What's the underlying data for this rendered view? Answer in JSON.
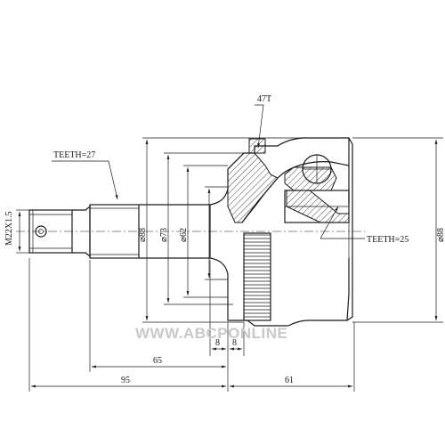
{
  "labels": {
    "teeth_outer_spline": "TEETH=27",
    "teeth_abs_ring": "47T",
    "teeth_inner_spline": "TEETH=25",
    "thread": "M22X1.5",
    "dia_88_shaft": "⌀88",
    "dia_73": "⌀73",
    "dia_62": "⌀62",
    "dia_88_body": "⌀88",
    "dim_8_left": "8",
    "dim_8_right": "8",
    "dim_65": "65",
    "dim_95": "95",
    "dim_61": "61"
  },
  "watermark": "WWW.ABCPONLINE"
}
